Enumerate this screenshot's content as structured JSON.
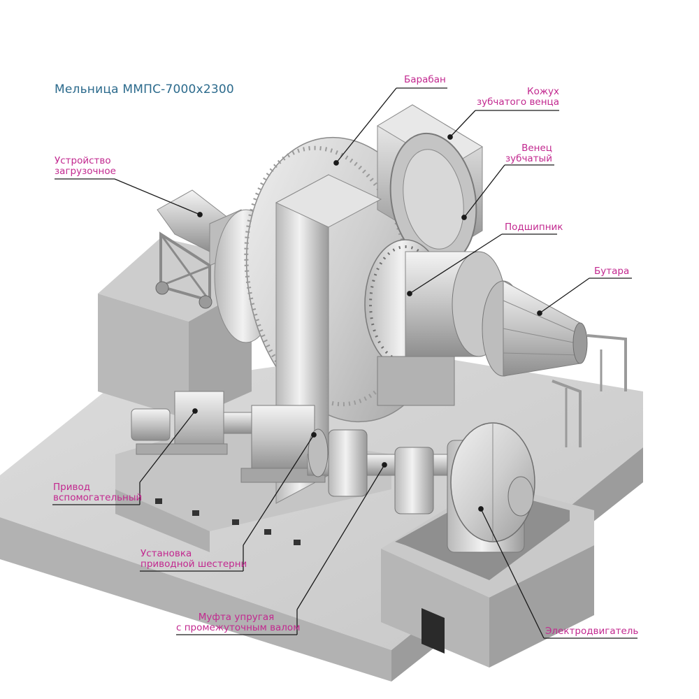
{
  "title": "Мельница ММПС-7000х2300",
  "labels": {
    "baraban": "Барабан",
    "kozhukh": [
      "Кожух",
      "зубчатого венца"
    ],
    "venets": [
      "Венец",
      "зубчатый"
    ],
    "ustroystvo": [
      "Устройство",
      "загрузочное"
    ],
    "podshipnik": "Подшипник",
    "butara": "Бутара",
    "privod": [
      "Привод",
      "вспомогательный"
    ],
    "ustanovka": [
      "Установка",
      "приводной шестерни"
    ],
    "mufta": [
      "Муфта упругая",
      "с промежуточным валом"
    ],
    "elektrodvigatel": "Электродвигатель"
  },
  "colors": {
    "accent": "#c2288f",
    "title": "#2b6a8c",
    "leader": "#1a1a1a"
  }
}
